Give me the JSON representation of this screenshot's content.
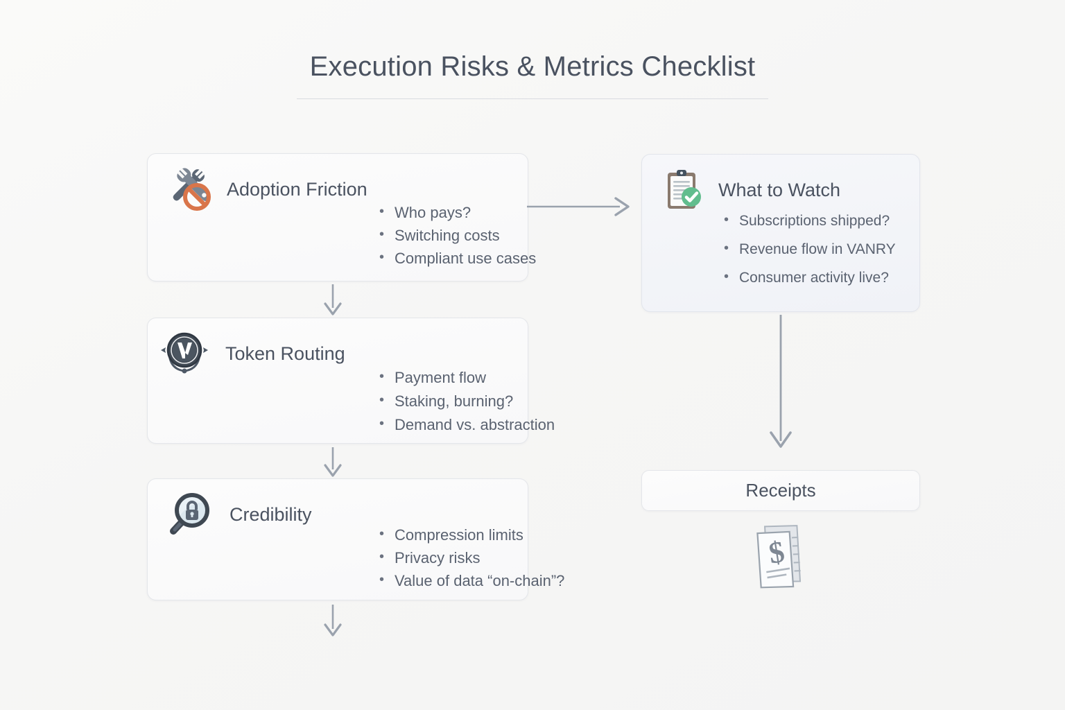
{
  "header": {
    "title": "Execution Risks & Metrics Checklist"
  },
  "colors": {
    "background": "#f7f7f6",
    "card_bg": "#fbfbfb",
    "card_bg_tinted": "#f2f4f8",
    "card_border": "#e4e6ea",
    "title_text": "#4a5260",
    "body_text": "#5a6270",
    "arrow": "#9aa2ad",
    "accent_orange": "#d9754a",
    "accent_green": "#62bd8e",
    "icon_slate": "#4e5966"
  },
  "cards": [
    {
      "id": "adoption-friction",
      "icon": "crossed-wrenches-prohibited-icon",
      "title": "Adoption Friction",
      "bullets": [
        "Who pays?",
        "Switching costs",
        "Compliant use cases"
      ]
    },
    {
      "id": "token-routing",
      "icon": "token-coin-routing-icon",
      "title": "Token Routing",
      "bullets": [
        "Payment flow",
        "Staking, burning?",
        "Demand vs. abstraction"
      ]
    },
    {
      "id": "credibility",
      "icon": "magnifier-lock-icon",
      "title": "Credibility",
      "bullets": [
        "Compression limits",
        "Privacy risks",
        "Value of data “on-chain”?"
      ]
    },
    {
      "id": "what-to-watch",
      "icon": "clipboard-check-icon",
      "title": "What to Watch",
      "bullets": [
        "Subscriptions shipped?",
        "Revenue flow in VANRY",
        "Consumer activity live?"
      ]
    }
  ],
  "receipts": {
    "label": "Receipts",
    "icon": "receipt-dollar-icon"
  },
  "arrows": [
    {
      "id": "adoption-to-watch",
      "direction": "right"
    },
    {
      "id": "adoption-to-token",
      "direction": "down"
    },
    {
      "id": "token-to-credibility",
      "direction": "down"
    },
    {
      "id": "credibility-to-next",
      "direction": "down"
    },
    {
      "id": "watch-to-receipts",
      "direction": "down"
    }
  ]
}
